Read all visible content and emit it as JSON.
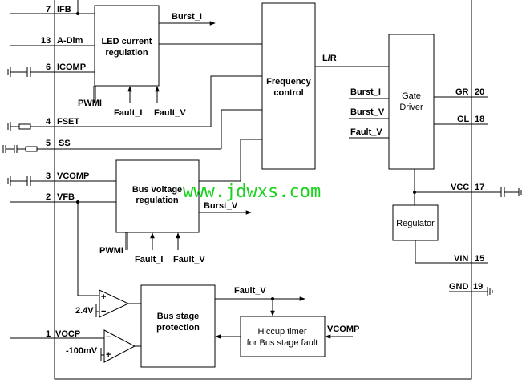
{
  "pins": {
    "ifb": {
      "num": "7",
      "name": "IFB"
    },
    "adim": {
      "num": "13",
      "name": "A-Dim"
    },
    "icomp": {
      "num": "6",
      "name": "ICOMP"
    },
    "fset": {
      "num": "4",
      "name": "FSET"
    },
    "ss": {
      "num": "5",
      "name": "SS"
    },
    "vcomp": {
      "num": "3",
      "name": "VCOMP"
    },
    "vfb": {
      "num": "2",
      "name": "VFB"
    },
    "vocp": {
      "num": "1",
      "name": "VOCP"
    },
    "gr": {
      "num": "20",
      "name": "GR"
    },
    "gl": {
      "num": "18",
      "name": "GL"
    },
    "vcc": {
      "num": "17",
      "name": "VCC"
    },
    "vin": {
      "num": "15",
      "name": "VIN"
    },
    "gnd": {
      "num": "19",
      "name": "GND"
    }
  },
  "blocks": {
    "led": {
      "line1": "LED current",
      "line2": "regulation"
    },
    "freq": {
      "line1": "Frequency",
      "line2": "control"
    },
    "gate": {
      "line1": "Gate",
      "line2": "Driver"
    },
    "busv": {
      "line1": "Bus voltage",
      "line2": "regulation"
    },
    "regulator": {
      "line1": "Regulator"
    },
    "busprot": {
      "line1": "Bus stage",
      "line2": "protection"
    },
    "hiccup": {
      "line1": "Hiccup timer",
      "line2": "for Bus stage fault"
    }
  },
  "signals": {
    "burst_i": "Burst_I",
    "burst_v": "Burst_V",
    "fault_i": "Fault_I",
    "fault_v": "Fault_V",
    "pwmi": "PWMI",
    "lr": "L/R",
    "vcomp": "VCOMP",
    "ref_24": "2.4V",
    "ref_100": "-100mV",
    "plus": "+",
    "minus": "−"
  },
  "watermark": "www.jdwxs.com"
}
